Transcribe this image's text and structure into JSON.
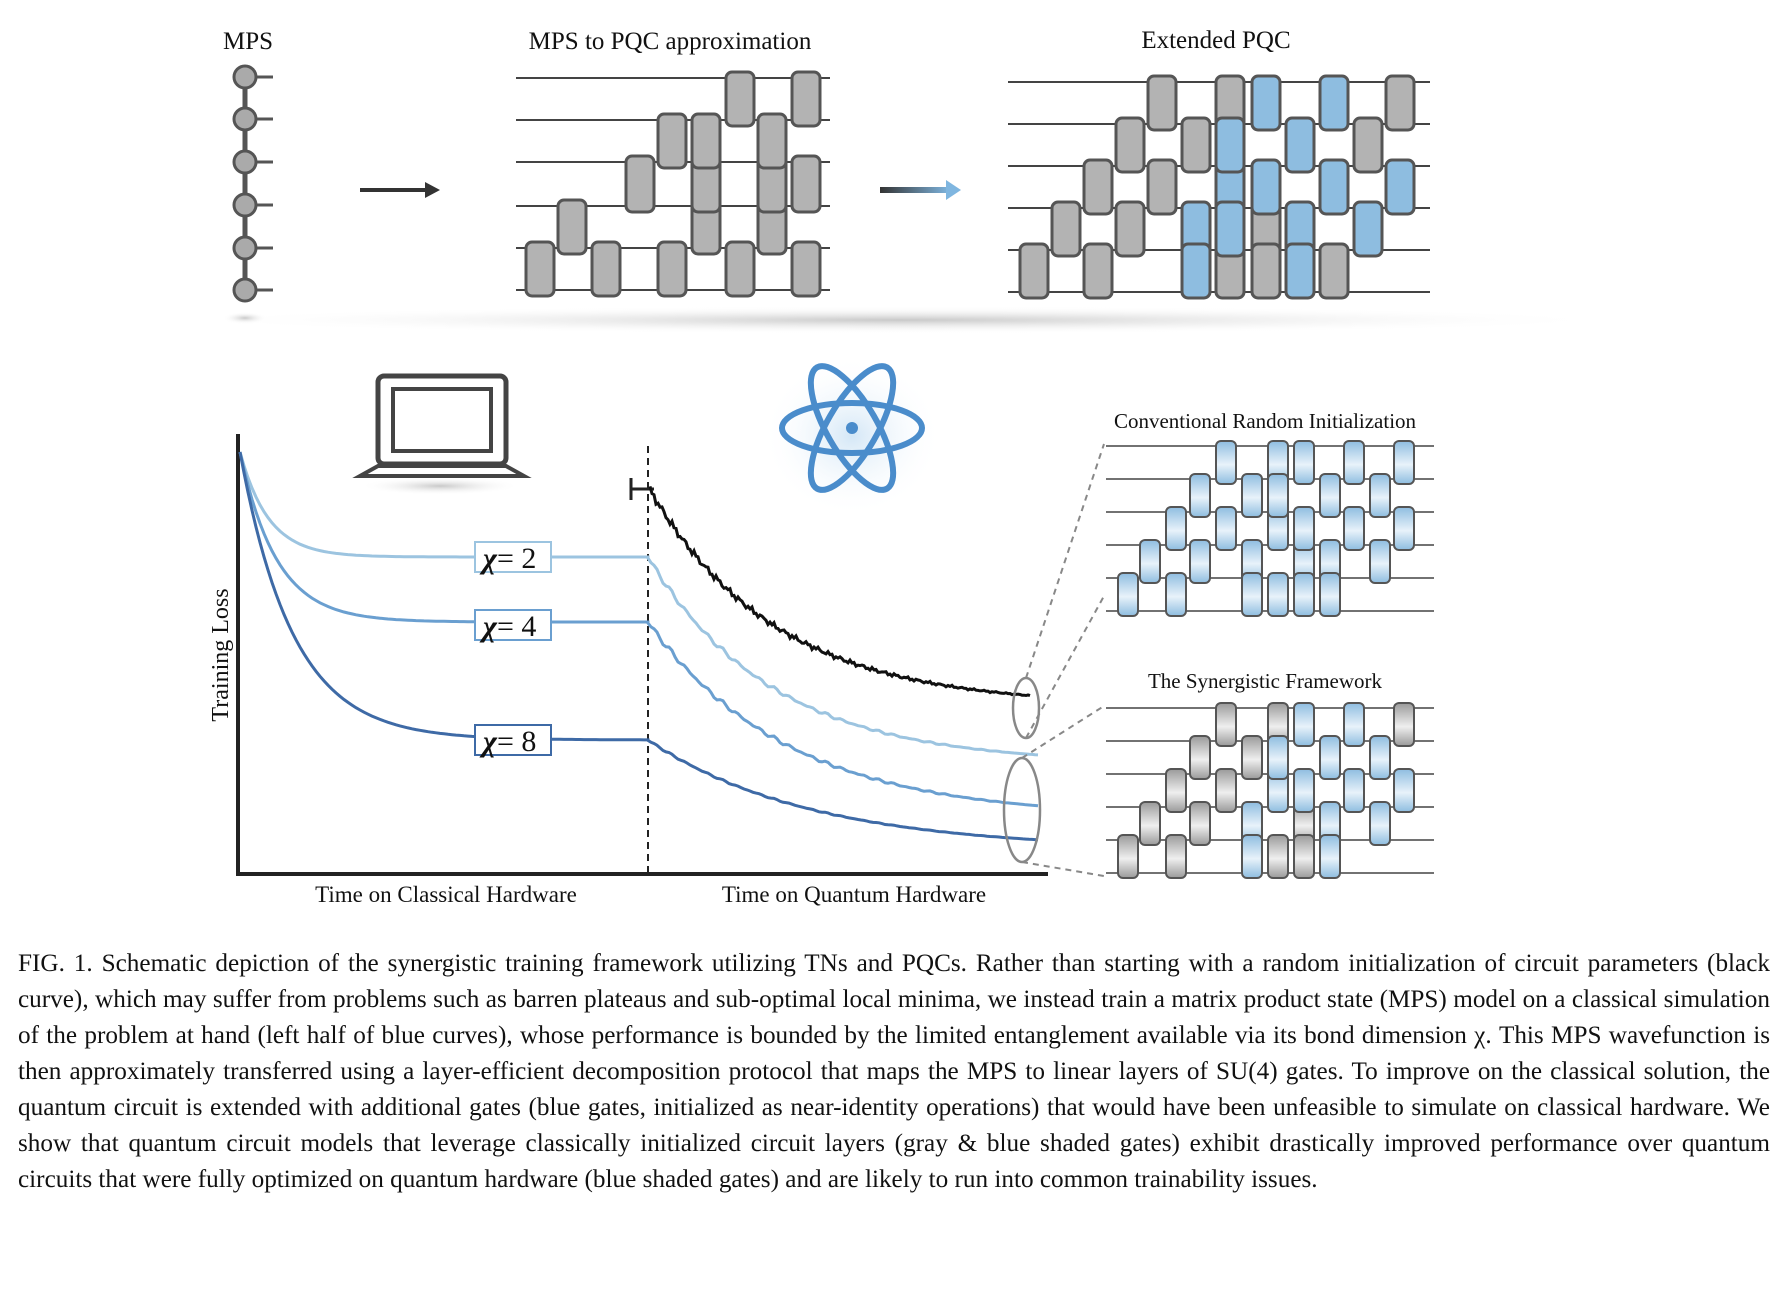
{
  "figure": {
    "panels": {
      "mps_title": "MPS",
      "approx_title": "MPS to PQC approximation",
      "extended_title": "Extended PQC"
    },
    "plot": {
      "ylabel": "Training Loss",
      "xlabel_left": "Time on Classical Hardware",
      "xlabel_right": "Time on Quantum Hardware",
      "chi_labels": [
        {
          "symbol": "χ",
          "text": "= 2",
          "value": 2
        },
        {
          "symbol": "χ",
          "text": "= 4",
          "value": 4
        },
        {
          "symbol": "χ",
          "text": "= 8",
          "value": 8
        }
      ]
    },
    "insets": {
      "random_title": "Conventional Random Initialization",
      "synergistic_title": "The Synergistic Framework"
    },
    "colors": {
      "gray_gate": "#b3b3b3",
      "blue_gate": "#8ebde0",
      "chi2": "#9cc4e0",
      "chi4": "#6a9fd0",
      "chi8": "#3e6aa6",
      "random": "#111111"
    }
  },
  "caption": {
    "label": "FIG. 1.",
    "text": "Schematic depiction of the synergistic training framework utilizing TNs and PQCs. Rather than starting with a random initialization of circuit parameters (black curve), which may suffer from problems such as barren plateaus and sub-optimal local minima, we instead train a matrix product state (MPS) model on a classical simulation of the problem at hand (left half of blue curves), whose performance is bounded by the limited entanglement available via its bond dimension χ. This MPS wavefunction is then approximately transferred using a layer-efficient decomposition protocol that maps the MPS to linear layers of SU(4) gates. To improve on the classical solution, the quantum circuit is extended with additional gates (blue gates, initialized as near-identity operations) that would have been unfeasible to simulate on classical hardware. We show that quantum circuit models that leverage classically initialized circuit layers (gray & blue shaded gates) exhibit drastically improved performance over quantum circuits that were fully optimized on quantum hardware (blue shaded gates) and are likely to run into common trainability issues."
  }
}
